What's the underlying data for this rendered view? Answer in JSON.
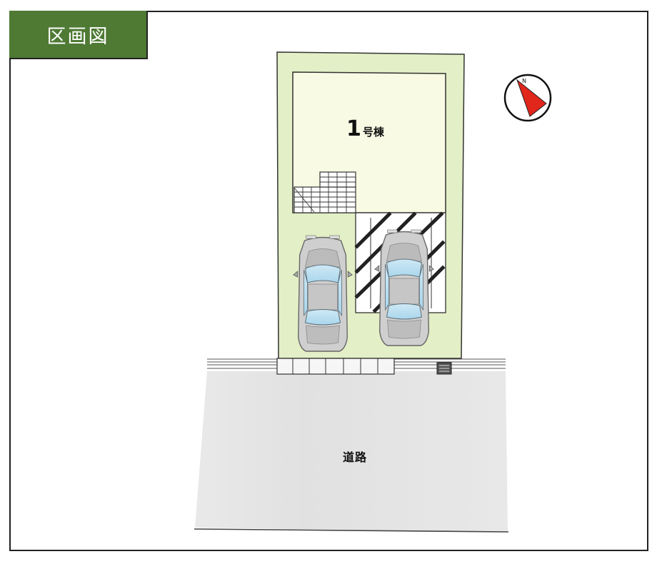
{
  "header": {
    "title": "区画図"
  },
  "plan": {
    "building": {
      "number": "1",
      "suffix": "号棟"
    },
    "road_label": "道路",
    "compass_letter": "N"
  },
  "colors": {
    "badge": "#4e7a34",
    "lot": "#e3efc6",
    "house": "#f8fae3",
    "road": "#e6e6e6",
    "compass_arrow": "#e1261c"
  }
}
